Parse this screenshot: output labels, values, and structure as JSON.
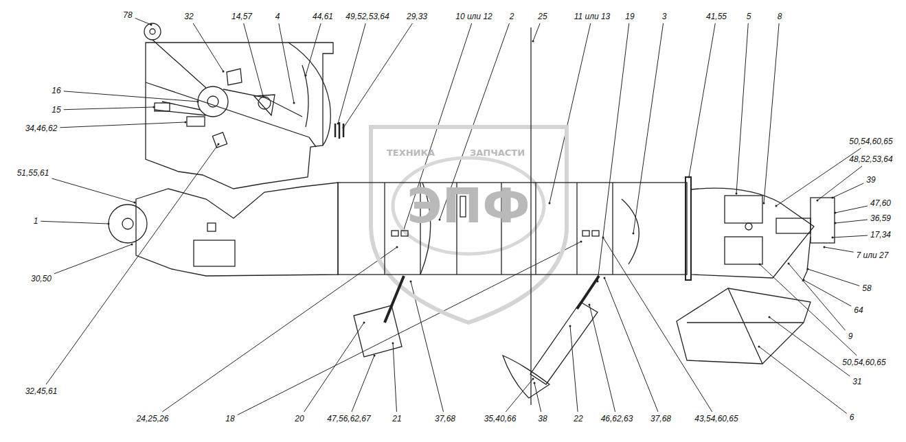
{
  "diagram": {
    "labels": [
      "78",
      "32",
      "14,57",
      "4",
      "44,61",
      "49,52,53,64",
      "29,33",
      "10 или 12",
      "2",
      "25",
      "11 или 13",
      "19",
      "3",
      "41,55",
      "5",
      "8",
      "16",
      "15",
      "34,46,62",
      "51,55,61",
      "1",
      "30,50",
      "32,45,61",
      "50,54,60,65",
      "48,52,53,64",
      "39",
      "47,60",
      "36,59",
      "17,34",
      "7 или 27",
      "58",
      "64",
      "9",
      "50,54,60,65",
      "31",
      "6",
      "24,25,26",
      "18",
      "20",
      "47,56,62,67",
      "21",
      "37,68",
      "35,40,66",
      "38",
      "22",
      "46,62,63",
      "37,68",
      "43,54,60,65",
      "ТЕХНИКА",
      "ЗАПЧАСТИ",
      "ЭПФ"
    ]
  }
}
